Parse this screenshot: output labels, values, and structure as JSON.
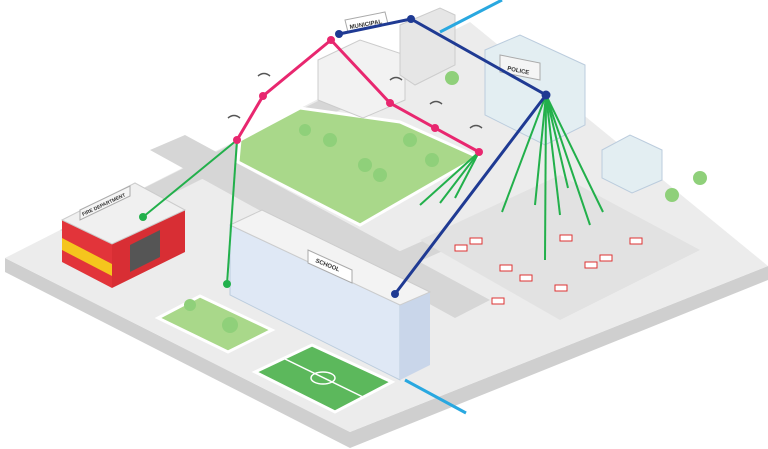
{
  "labels": {
    "municipal": "MUNICIPAL",
    "police": "POLICE",
    "fire": "FIRE DEPARTMENT",
    "school": "SCHOOL"
  },
  "colors": {
    "pink_link": "#e8276f",
    "blue_link": "#1f3a93",
    "green_link": "#22b04b",
    "uplink": "#29a8e0",
    "grass": "#a9d88a",
    "ground": "#ececec",
    "road": "#d2d2d2"
  },
  "icons": [
    "wifi-icon",
    "street-lamp-icon",
    "tree-icon",
    "camera-icon",
    "car-icon"
  ]
}
